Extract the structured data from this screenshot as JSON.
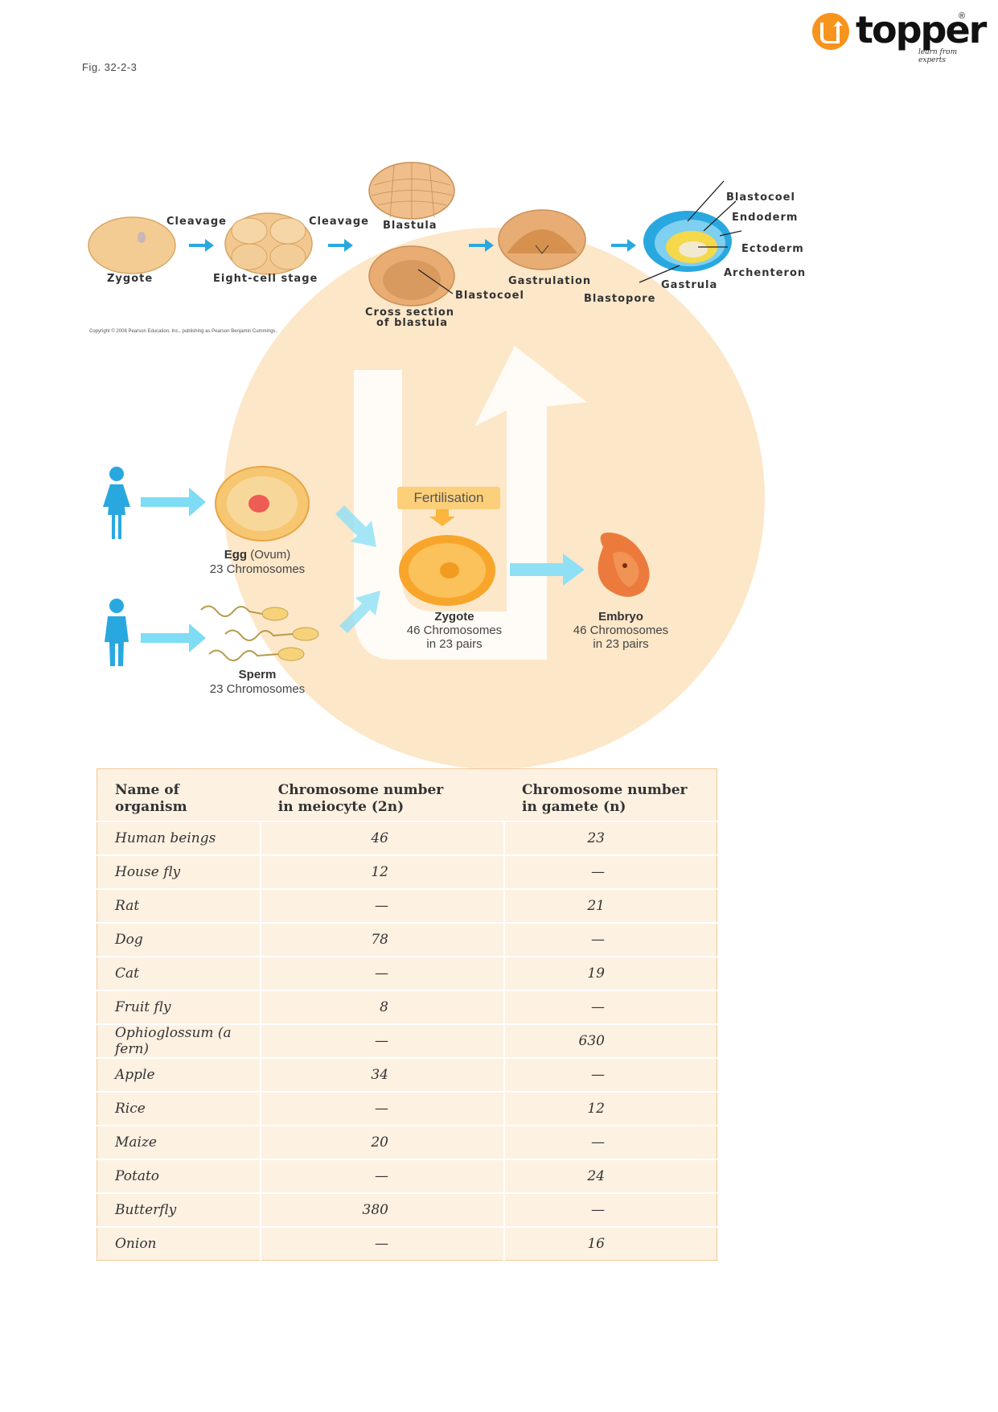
{
  "header": {
    "fig_label": "Fig. 32-2-3",
    "logo_text": "topper",
    "logo_tagline": "learn from experts",
    "logo_reg": "®"
  },
  "development_diagram": {
    "zygote": "Zygote",
    "cleavage_1": "Cleavage",
    "eight_cell": "Eight-cell stage",
    "cleavage_2": "Cleavage",
    "blastula": "Blastula",
    "blastocoel_1": "Blastocoel",
    "cross_section_1": "Cross section",
    "cross_section_2": "of blastula",
    "gastrulation": "Gastrulation",
    "blastopore": "Blastopore",
    "gastrula": "Gastrula",
    "blastocoel_2": "Blastocoel",
    "endoderm": "Endoderm",
    "ectoderm": "Ectoderm",
    "archenteron": "Archenteron",
    "copyright": "Copyright © 2008 Pearson Education, Inc., publishing as Pearson Benjamin Cummings."
  },
  "fertilisation_diagram": {
    "egg_title": "Egg",
    "egg_sub": "(Ovum)",
    "egg_count": "23 Chromosomes",
    "sperm_title": "Sperm",
    "sperm_count": "23 Chromosomes",
    "fertilisation": "Fertilisation",
    "zygote_title": "Zygote",
    "zygote_line1": "46 Chromosomes",
    "zygote_line2": "in 23 pairs",
    "embryo_title": "Embryo",
    "embryo_line1": "46 Chromosomes",
    "embryo_line2": "in 23 pairs"
  },
  "table": {
    "headers": [
      [
        "Name of organism"
      ],
      [
        "Chromosome number",
        "in meiocyte (2n)"
      ],
      [
        "Chromosome number",
        "in gamete (n)"
      ]
    ],
    "rows": [
      [
        "Human beings",
        "46",
        "23"
      ],
      [
        "House fly",
        "12",
        "—"
      ],
      [
        "Rat",
        "—",
        "21"
      ],
      [
        "Dog",
        "78",
        "—"
      ],
      [
        "Cat",
        "—",
        "19"
      ],
      [
        "Fruit fly",
        "8",
        "—"
      ],
      [
        "Ophioglossum (a fern)",
        "—",
        "630"
      ],
      [
        "Apple",
        "34",
        "—"
      ],
      [
        "Rice",
        "—",
        "12"
      ],
      [
        "Maize",
        "20",
        "—"
      ],
      [
        "Potato",
        "—",
        "24"
      ],
      [
        "Butterfly",
        "380",
        "—"
      ],
      [
        "Onion",
        "—",
        "16"
      ]
    ]
  },
  "colors": {
    "arrow_blue": "#29a8e0",
    "watermark_orange": "#fde3bf",
    "table_bg": "#fdf1e2",
    "logo_orange": "#f7941d"
  }
}
